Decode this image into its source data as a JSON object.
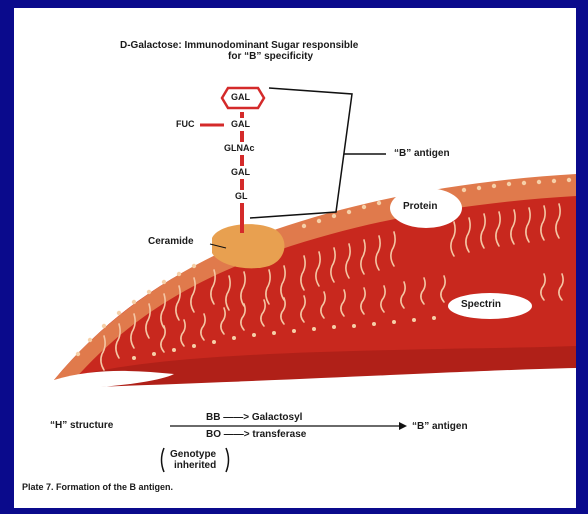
{
  "diagram": {
    "title_line1": "D-Galactose:  Immunodominant Sugar responsible",
    "title_line2": "for “B” specificity",
    "chain": {
      "top": "GAL",
      "fuc": "FUC",
      "gal2": "GAL",
      "glnac": "GLNAc",
      "gal3": "GAL",
      "gl": "GL"
    },
    "antigen_label": "“B” antigen",
    "ceramide": "Ceramide",
    "protein": "Protein",
    "spectrin": "Spectrin",
    "equation": {
      "left": "“H” structure",
      "top_row": "BB ——> Galactosyl",
      "bottom_row": "BO ——> transferase",
      "right": "“B” antigen",
      "genotype_line1": "Genotype",
      "genotype_line2": "inherited"
    },
    "caption": "Plate 7.     Formation of the B antigen."
  },
  "colors": {
    "background": "#0a0a8c",
    "membrane_red": "#c8281e",
    "outer_layer": "#e07a4c",
    "ceramide": "#e8a050",
    "chain_red": "#d42a2a"
  }
}
